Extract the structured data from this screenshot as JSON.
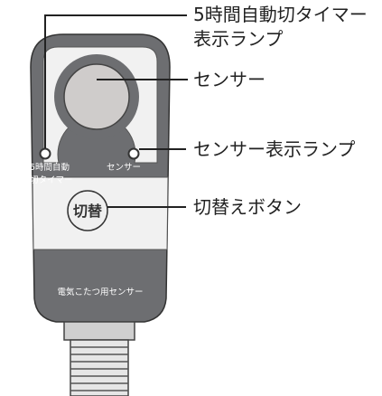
{
  "callouts": {
    "timer_lamp_line1": "5時間自動切タイマー",
    "timer_lamp_line2": "表示ランプ",
    "sensor": "センサー",
    "sensor_lamp": "センサー表示ランプ",
    "switch_button": "切替えボタン"
  },
  "device": {
    "timer_label_line1": "5時間自動",
    "timer_label_line2": "切タイマー",
    "sensor_label": "センサー",
    "button_label": "切替",
    "product_name": "電気こたつ用センサー"
  }
}
